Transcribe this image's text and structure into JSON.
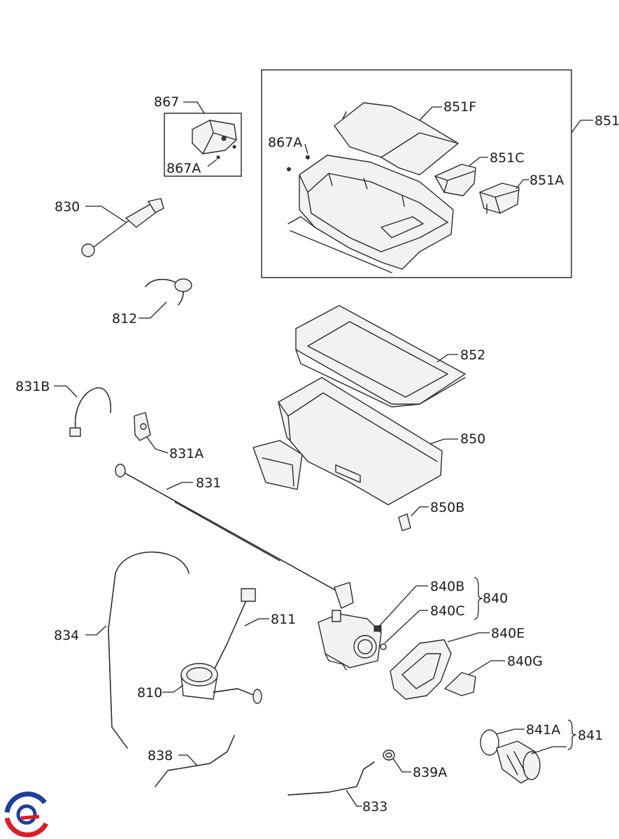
{
  "labels": {
    "p867": "867",
    "p867A_top": "867A",
    "p867A_bottom": "867A",
    "p851": "851",
    "p851F": "851F",
    "p851C": "851C",
    "p851A": "851A",
    "p830": "830",
    "p812": "812",
    "p852": "852",
    "p831B": "831B",
    "p831A": "831A",
    "p850": "850",
    "p831": "831",
    "p850B": "850B",
    "p840B": "840B",
    "p840": "840",
    "p840C": "840C",
    "p811": "811",
    "p834": "834",
    "p840E": "840E",
    "p840G": "840G",
    "p810": "810",
    "p841A": "841A",
    "p841": "841",
    "p838": "838",
    "p839A": "839A",
    "p833": "833"
  },
  "logo": {
    "name": "brand-logo-icon",
    "colors": [
      "#1f3f9a",
      "#d81f26"
    ]
  }
}
